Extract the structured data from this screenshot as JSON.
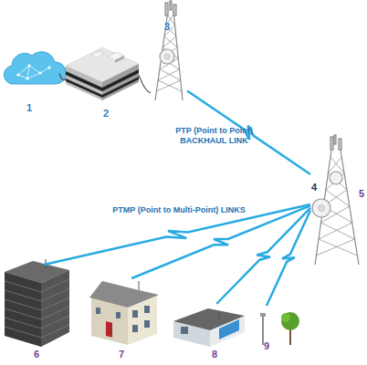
{
  "diagram": {
    "nodes": [
      {
        "text": [
          "1"
        ]
      },
      {
        "text": [
          "2"
        ]
      },
      {
        "text": [
          "3"
        ]
      },
      {
        "text": [
          "4",
          "5"
        ]
      },
      {
        "text": [
          "6"
        ]
      },
      {
        "text": [
          "7"
        ]
      },
      {
        "text": [
          "8"
        ]
      },
      {
        "text": [
          "9"
        ]
      }
    ],
    "edges": [
      {
        "from": 0,
        "to": 1,
        "arrow": "none"
      },
      {
        "from": 1,
        "to": 2,
        "arrow": "none"
      },
      {
        "from": 2,
        "to": 3,
        "label": "PTP (Point to Point) BACKHAUL LINK",
        "arrow": "none"
      },
      {
        "from": 3,
        "to": 4,
        "arrow": "none"
      },
      {
        "from": 3,
        "to": 5,
        "arrow": "none"
      },
      {
        "from": 3,
        "to": 6,
        "arrow": "none"
      },
      {
        "from": 3,
        "to": 7,
        "arrow": "none"
      }
    ],
    "labels": [
      "PTMP (Point to Multi-Point) LINKS"
    ]
  }
}
